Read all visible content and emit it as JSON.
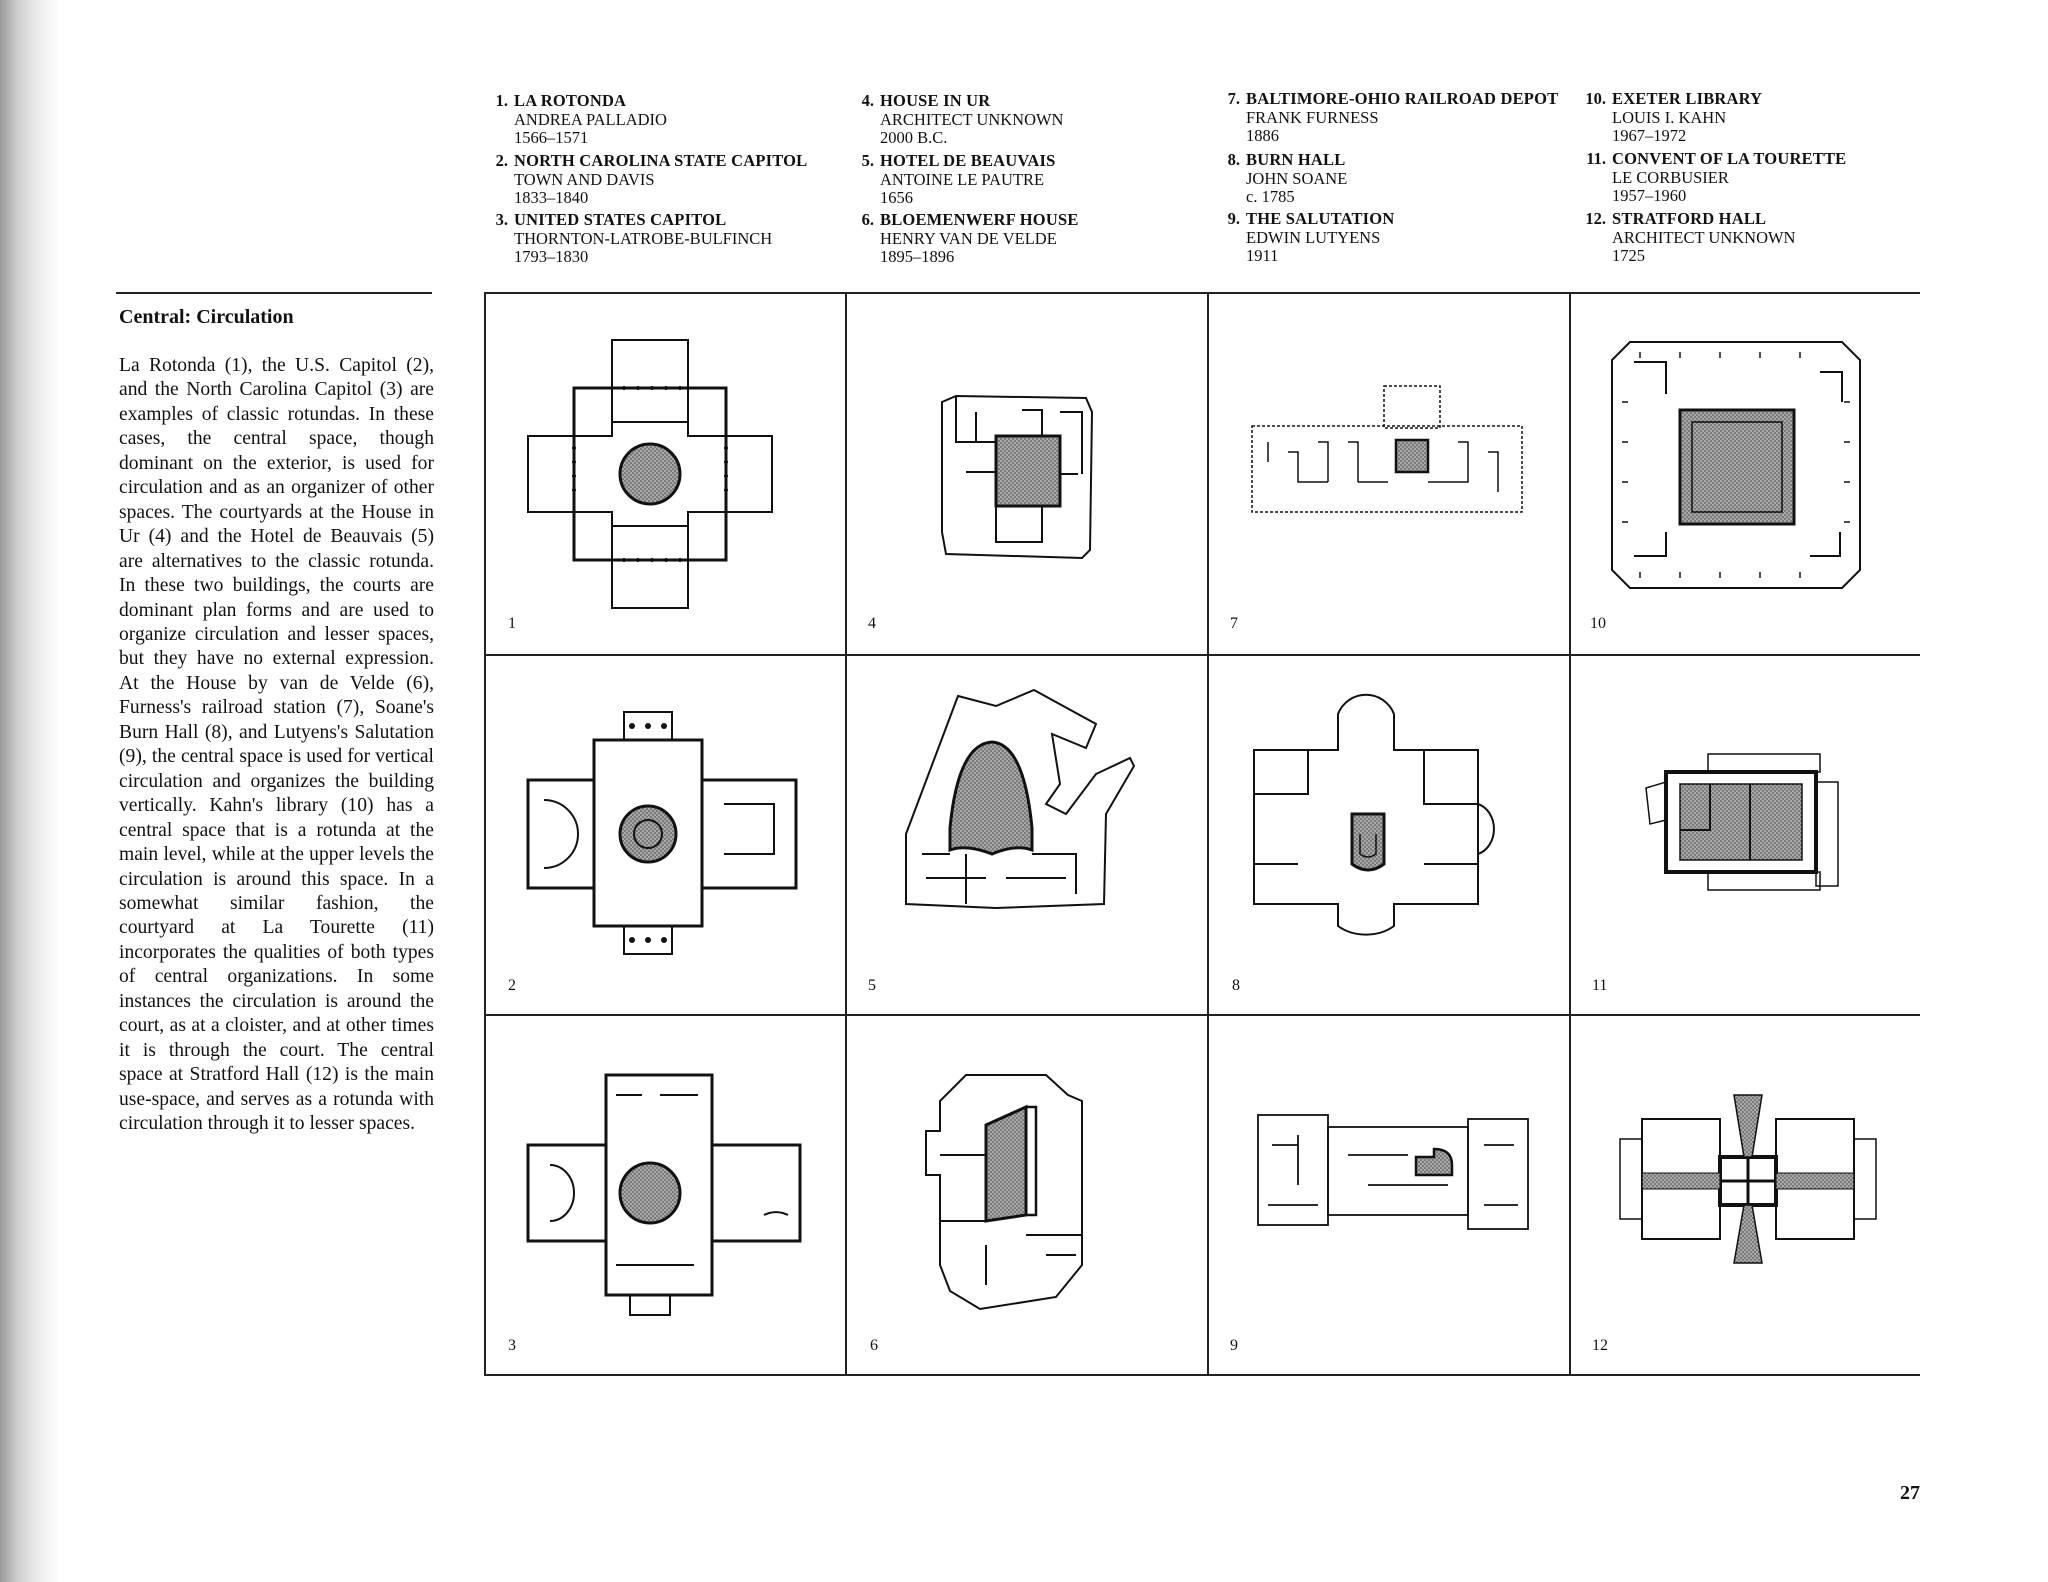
{
  "captions": [
    {
      "num": "1.",
      "title": "LA ROTONDA",
      "architect": "ANDREA PALLADIO",
      "date": "1566–1571"
    },
    {
      "num": "2.",
      "title": "NORTH CAROLINA STATE CAPITOL",
      "architect": "TOWN AND DAVIS",
      "date": "1833–1840"
    },
    {
      "num": "3.",
      "title": "UNITED STATES CAPITOL",
      "architect": "THORNTON-LATROBE-BULFINCH",
      "date": "1793–1830"
    },
    {
      "num": "4.",
      "title": "HOUSE IN UR",
      "architect": "ARCHITECT UNKNOWN",
      "date": "2000 B.C."
    },
    {
      "num": "5.",
      "title": "HOTEL DE BEAUVAIS",
      "architect": "ANTOINE LE PAUTRE",
      "date": "1656"
    },
    {
      "num": "6.",
      "title": "BLOEMENWERF HOUSE",
      "architect": "HENRY VAN DE VELDE",
      "date": "1895–1896"
    },
    {
      "num": "7.",
      "title": "BALTIMORE-OHIO RAILROAD DEPOT",
      "architect": "FRANK FURNESS",
      "date": "1886"
    },
    {
      "num": "8.",
      "title": "BURN HALL",
      "architect": "JOHN SOANE",
      "date": "c. 1785"
    },
    {
      "num": "9.",
      "title": "THE SALUTATION",
      "architect": "EDWIN LUTYENS",
      "date": "1911"
    },
    {
      "num": "10.",
      "title": "EXETER LIBRARY",
      "architect": "LOUIS I. KAHN",
      "date": "1967–1972"
    },
    {
      "num": "11.",
      "title": "CONVENT OF LA TOURETTE",
      "architect": "LE CORBUSIER",
      "date": "1957–1960"
    },
    {
      "num": "12.",
      "title": "STRATFORD HALL",
      "architect": "ARCHITECT UNKNOWN",
      "date": "1725"
    }
  ],
  "sidebar": {
    "heading": "Central: Circulation",
    "body": "La Rotonda (1), the U.S. Capitol (2), and the North Carolina Capitol (3) are examples of classic rotundas. In these cases, the central space, though dominant on the exterior, is used for circulation and as an organizer of other spaces. The courtyards at the House in Ur (4) and the Hotel de Beauvais (5) are alternatives to the classic rotunda. In these two buildings, the courts are dominant plan forms and are used to organize circulation and lesser spaces, but they have no external expression. At the House by van de Velde (6), Furness's railroad station (7), Soane's Burn Hall (8), and Lutyens's Salutation (9), the central space is used for vertical circulation and organizes the building vertically. Kahn's library (10) has a central space that is a rotunda at the main level, while at the upper levels the circulation is around this space. In a somewhat similar fashion, the courtyard at La Tourette (11) incorporates the qualities of both types of central organizations. In some instances the circulation is around the court, as at a cloister, and at other times it is through the court. The central space at Stratford Hall (12) is the main use-space, and serves as a rotunda with circulation through it to lesser spaces."
  },
  "plan_labels": [
    "1",
    "2",
    "3",
    "4",
    "5",
    "6",
    "7",
    "8",
    "9",
    "10",
    "11",
    "12"
  ],
  "page_number": "27",
  "colors": {
    "ink": "#111111",
    "hatch": "#8c8c8c",
    "rule": "#222222"
  }
}
